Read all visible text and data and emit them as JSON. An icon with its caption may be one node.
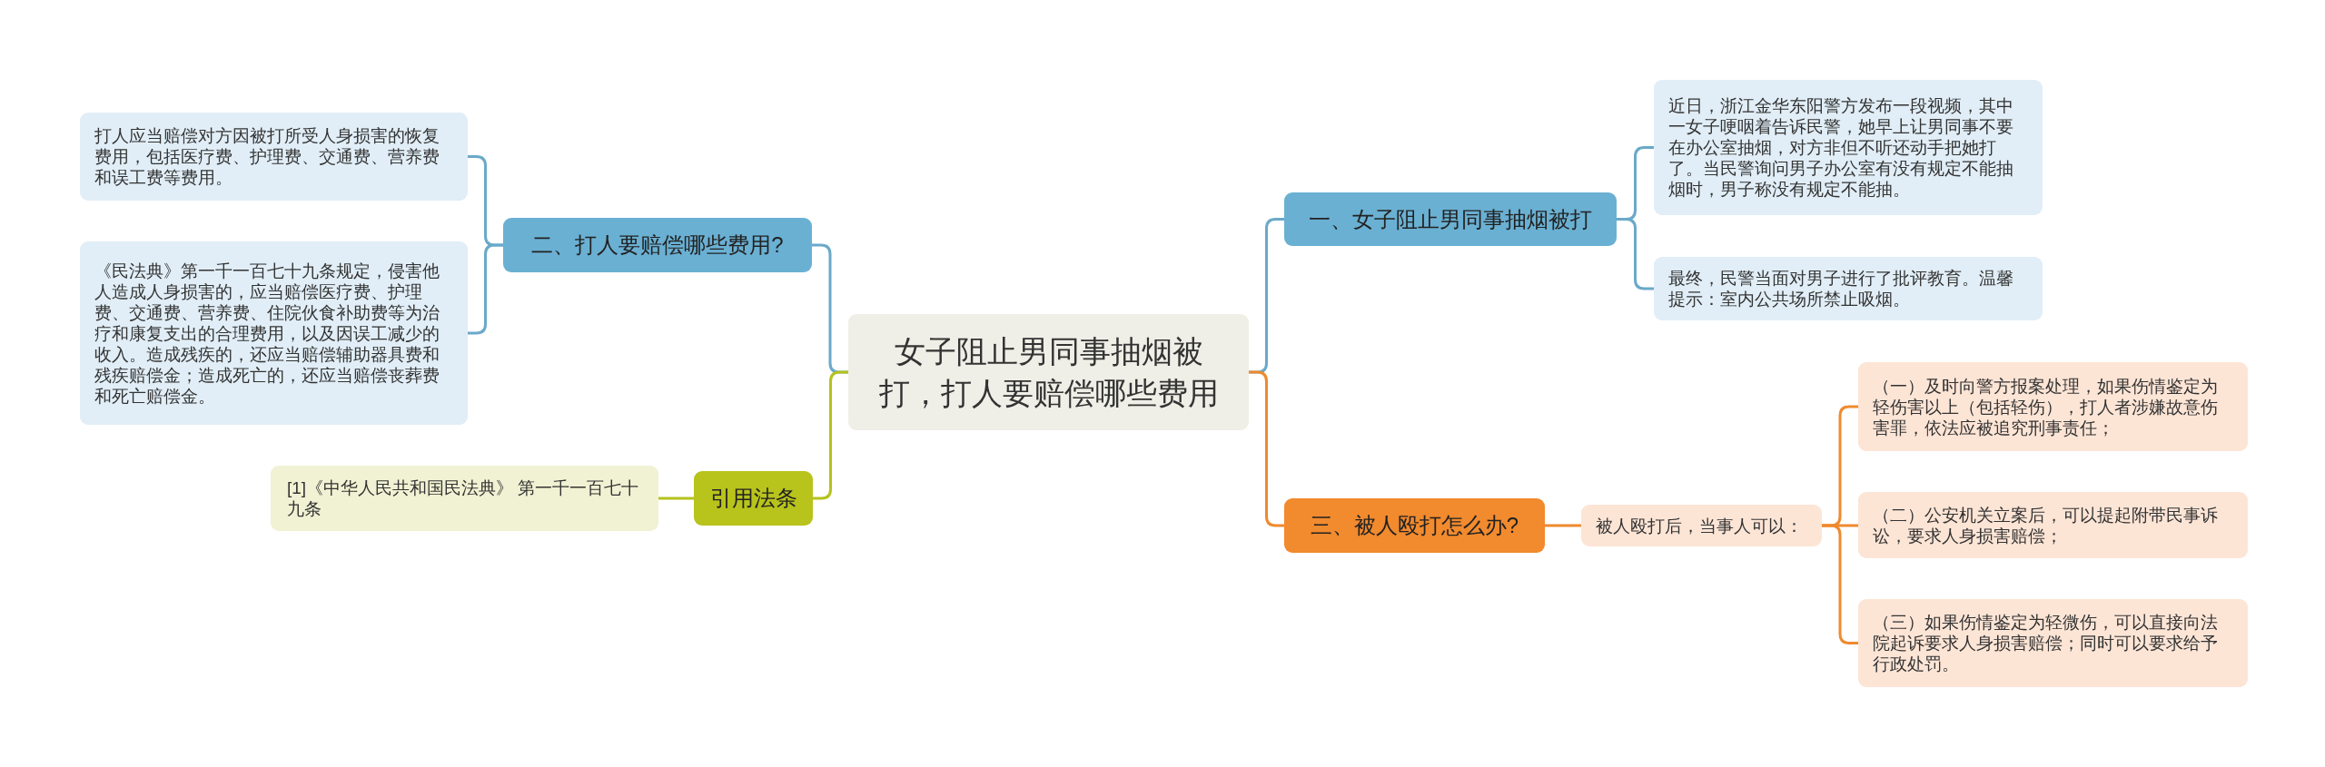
{
  "diagram": {
    "nodes": [
      {
        "text": [
          "女子阻止男同事抽烟被打，打人要赔偿哪些费用"
        ]
      },
      {
        "text": [
          "二、打人要赔偿哪些费用?"
        ]
      },
      {
        "text": [
          "打人应当赔偿对方因被打所受人身损害的恢复费用，包括医疗费、护理费、交通费、营养费和误工费等费用。"
        ]
      },
      {
        "text": [
          "《民法典》第一千一百七十九条规定，侵害他人造成人身损害的，应当赔偿医疗费、护理费、交通费、营养费、住院伙食补助费等为治疗和康复支出的合理费用，以及因误工减少的收入。造成残疾的，还应当赔偿辅助器具费和残疾赔偿金；造成死亡的，还应当赔偿丧葬费和死亡赔偿金。"
        ]
      },
      {
        "text": [
          "引用法条"
        ]
      },
      {
        "text": [
          "[1]《中华人民共和国民法典》 第一千一百七十九条"
        ]
      },
      {
        "text": [
          "一、女子阻止男同事抽烟被打"
        ]
      },
      {
        "text": [
          "近日，浙江金华东阳警方发布一段视频，其中一女子哽咽着告诉民警，她早上让男同事不要在办公室抽烟，对方非但不听还动手把她打了。当民警询问男子办公室有没有规定不能抽烟时，男子称没有规定不能抽。"
        ]
      },
      {
        "text": [
          "最终，民警当面对男子进行了批评教育。温馨提示：室内公共场所禁止吸烟。"
        ]
      },
      {
        "text": [
          "三、被人殴打怎么办?"
        ]
      },
      {
        "text": [
          "被人殴打后，当事人可以："
        ]
      },
      {
        "text": [
          "（一）及时向警方报案处理，如果伤情鉴定为轻伤害以上（包括轻伤），打人者涉嫌故意伤害罪，依法应被追究刑事责任；"
        ]
      },
      {
        "text": [
          "（二）公安机关立案后，可以提起附带民事诉讼，要求人身损害赔偿；"
        ]
      },
      {
        "text": [
          "（三）如果伤情鉴定为轻微伤，可以直接向法院起诉要求人身损害赔偿；同时可以要求给予行政处罚。"
        ]
      }
    ],
    "edges": [
      {
        "from": 0,
        "to": 1,
        "arrow": "none"
      },
      {
        "from": 1,
        "to": 2,
        "arrow": "none"
      },
      {
        "from": 1,
        "to": 3,
        "arrow": "none"
      },
      {
        "from": 0,
        "to": 4,
        "arrow": "none",
        "color": "#b5c21c"
      },
      {
        "from": 4,
        "to": 5,
        "arrow": "none",
        "color": "#b5c21c"
      },
      {
        "from": 0,
        "to": 6,
        "arrow": "none"
      },
      {
        "from": 6,
        "to": 7,
        "arrow": "none"
      },
      {
        "from": 6,
        "to": 8,
        "arrow": "none"
      },
      {
        "from": 0,
        "to": 9,
        "arrow": "none",
        "color": "#ef8a2e"
      },
      {
        "from": 9,
        "to": 10,
        "arrow": "none",
        "color": "#ef8a2e"
      },
      {
        "from": 10,
        "to": 11,
        "arrow": "none",
        "color": "#ef8a2e"
      },
      {
        "from": 10,
        "to": 12,
        "arrow": "none",
        "color": "#ef8a2e"
      },
      {
        "from": 10,
        "to": 13,
        "arrow": "none",
        "color": "#ef8a2e"
      }
    ]
  }
}
